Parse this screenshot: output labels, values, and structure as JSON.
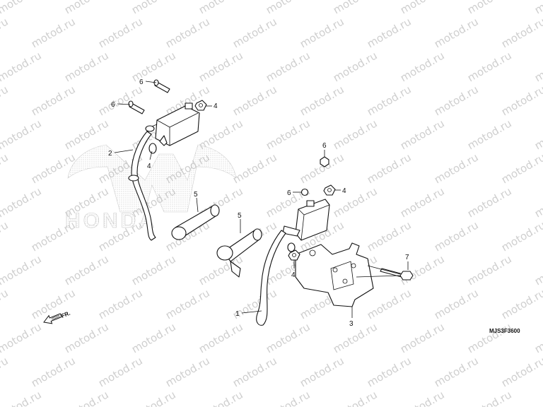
{
  "watermark": {
    "text": "motod.ru"
  },
  "logo": {
    "text": "HONDA",
    "wing_icon": "honda-wing-icon"
  },
  "direction_marker": {
    "label": "FR.",
    "icon": "arrow-left-icon"
  },
  "diagram_code": "MJS3F3600",
  "callouts": {
    "c1": "1",
    "c2": "2",
    "c3": "3",
    "c4a": "4",
    "c4b": "4",
    "c4c": "4",
    "c4d": "4",
    "c5a": "5",
    "c5b": "5",
    "c6a": "6",
    "c6b": "6",
    "c6c": "6",
    "c6d": "6",
    "c7": "7"
  }
}
